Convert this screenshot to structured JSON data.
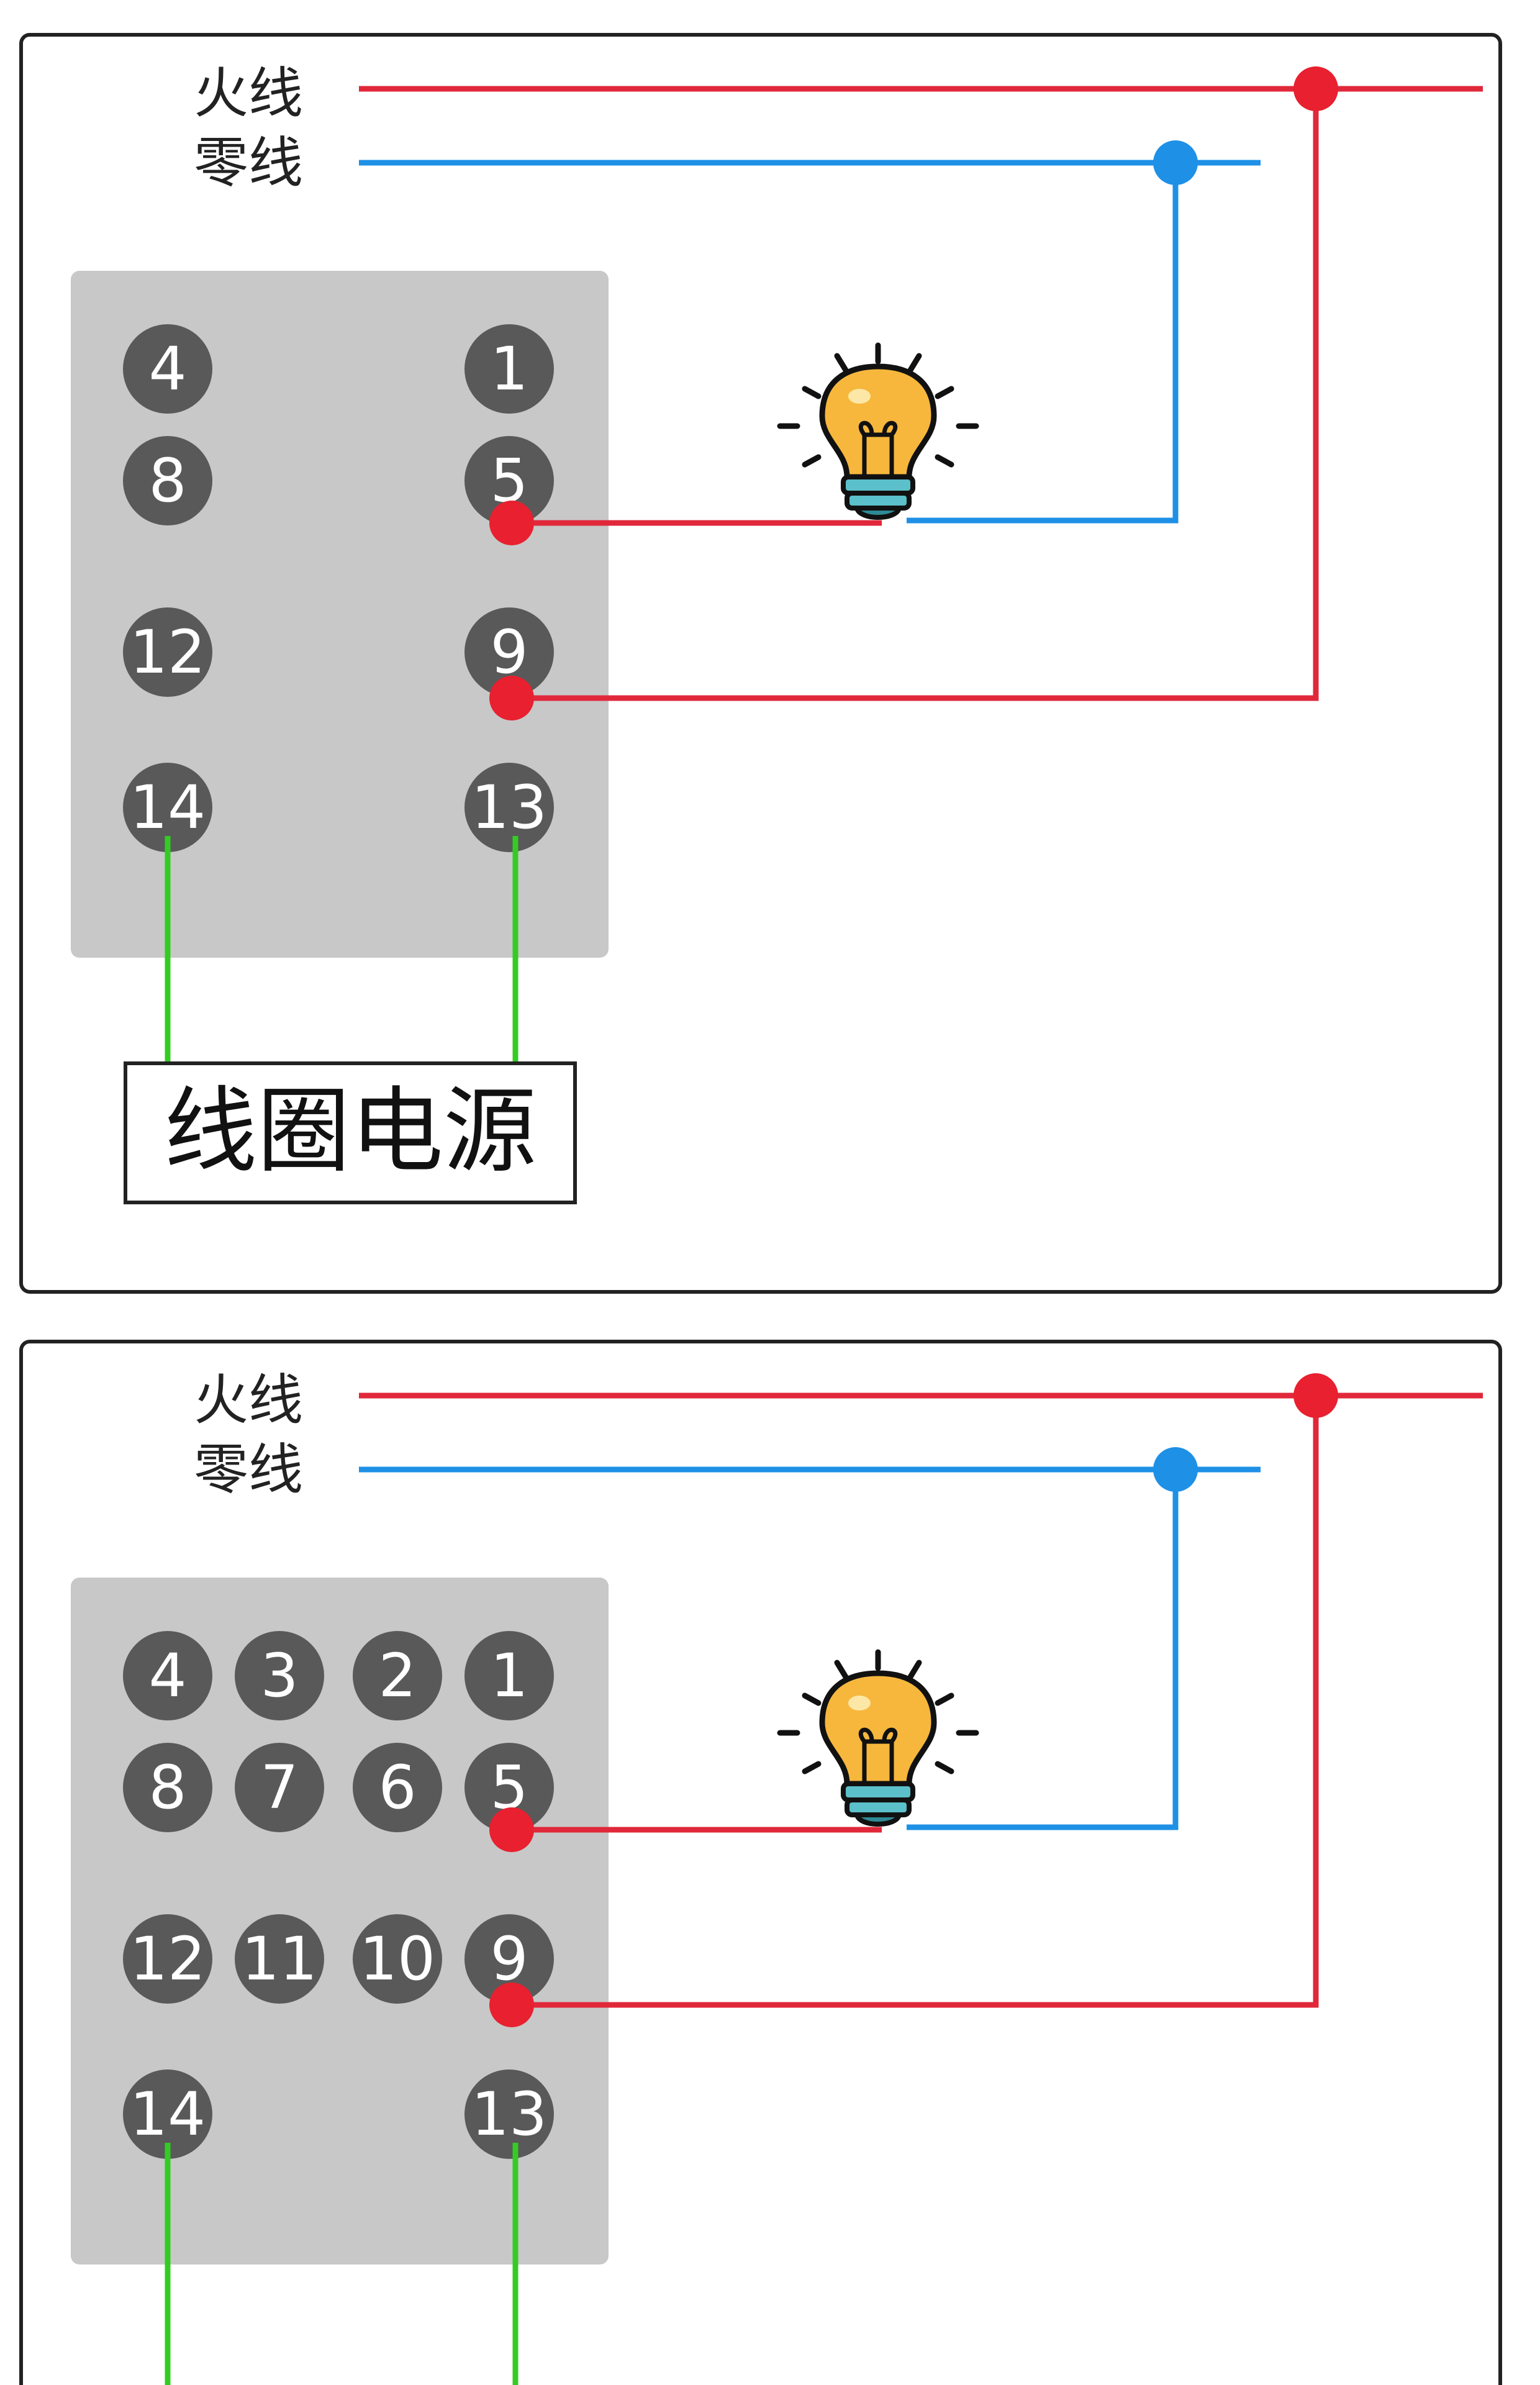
{
  "colors": {
    "live": "#e0283a",
    "neutral": "#1e90e6",
    "coil_wire": "#33cc22",
    "relay_body": "#c8c8c8",
    "pin": "#595959",
    "bulb_glass": "#f6b73c",
    "bulb_base": "#5bc0c9"
  },
  "panels": [
    {
      "live_label": "火线",
      "neutral_label": "零线",
      "coil_label": "线圈电源",
      "pins": [
        "4",
        "1",
        "8",
        "5",
        "12",
        "9",
        "14",
        "13"
      ],
      "lamp_icon": "light-bulb-icon"
    },
    {
      "live_label": "火线",
      "neutral_label": "零线",
      "pins": [
        "4",
        "3",
        "2",
        "1",
        "8",
        "7",
        "6",
        "5",
        "12",
        "11",
        "10",
        "9",
        "14",
        "13"
      ],
      "lamp_icon": "light-bulb-icon"
    }
  ]
}
